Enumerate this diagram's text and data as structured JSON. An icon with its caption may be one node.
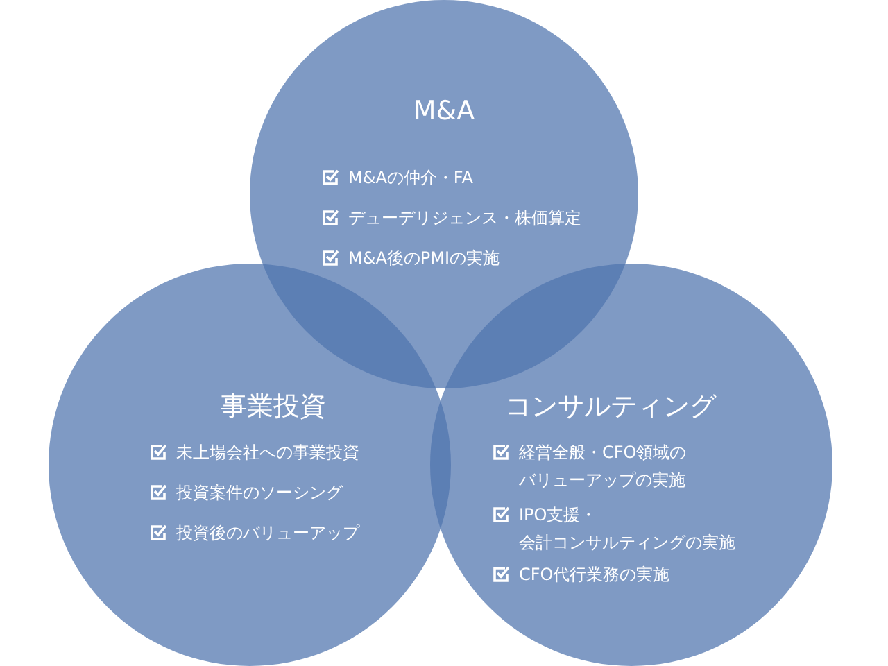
{
  "diagram": {
    "nodes": [
      {
        "text": [
          "M&A",
          "M&Aの仲介・FA",
          "デューデリジェンス・株価算定",
          "M&A後のPMIの実施"
        ]
      },
      {
        "text": [
          "事業投資",
          "未上場会社への事業投資",
          "投資案件のソーシング",
          "投資後のバリューアップ"
        ]
      },
      {
        "text": [
          "コンサルティング",
          "経営全般・CFO領域のバリューアップの実施",
          "IPO支援・会計コンサルティングの実施",
          "CFO代行業務の実施"
        ]
      }
    ]
  }
}
